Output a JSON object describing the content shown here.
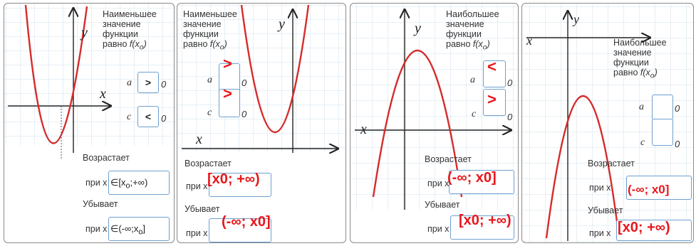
{
  "colors": {
    "curve": "#d62b2b",
    "grid": "#cfe0ee",
    "answer": "#e8161b",
    "box_border": "#6ea0cf"
  },
  "panel1": {
    "title_lines": [
      "Наименьшее",
      "значение",
      "функции",
      "равно"
    ],
    "title_fx": "f(x",
    "title_sub": "o",
    "title_close": ")",
    "axis_x": "x",
    "axis_y": "y",
    "var_a": "a",
    "var_c": "c",
    "sign_a": ">",
    "sign_c": "<",
    "zero": "0",
    "increases": "Возрастает",
    "decreases": "Убывает",
    "pri_x": "при x",
    "inc_interval": "∈[x",
    "inc_interval_end": ";+∞)",
    "dec_interval": "∈(-∞;x",
    "dec_interval_end": "]",
    "sub_o": "o"
  },
  "panel2": {
    "title_lines": [
      "Наименьшее",
      "значение",
      "функции",
      "равно"
    ],
    "title_fx": "f(x",
    "title_sub": "o",
    "title_close": ")",
    "axis_x": "x",
    "axis_y": "y",
    "var_a": "a",
    "var_c": "c",
    "answer_a": ">",
    "answer_c": ">",
    "zero": "0",
    "increases": "Возрастает",
    "decreases": "Убывает",
    "pri_x": "при x",
    "answer_inc": "[x0; +∞)",
    "answer_dec": "(-∞; x0]"
  },
  "panel3": {
    "title_lines": [
      "Наибольшее",
      "значение",
      "функции",
      "равно"
    ],
    "title_fx": "f(x",
    "title_sub": "o",
    "title_close": ")",
    "axis_x": "x",
    "axis_y": "y",
    "var_a": "a",
    "var_c": "c",
    "answer_a": "<",
    "answer_c": ">",
    "zero": "0",
    "increases": "Возрастает",
    "decreases": "Убывает",
    "pri_x": "при x",
    "answer_inc": "(-∞; x0]",
    "answer_dec": "[x0; +∞)"
  },
  "panel4": {
    "title_lines": [
      "Наибольшее",
      "значение",
      "функции",
      "равно"
    ],
    "title_fx": "f(x",
    "title_sub": "o",
    "title_close": ")",
    "axis_x": "x",
    "axis_y": "y",
    "var_a": "a",
    "var_c": "c",
    "zero": "0",
    "increases": "Возрастает",
    "decreases": "Убывает",
    "pri_x": "при x",
    "answer_inc": "(-∞; x0]",
    "answer_dec": "[x0; +∞)"
  }
}
